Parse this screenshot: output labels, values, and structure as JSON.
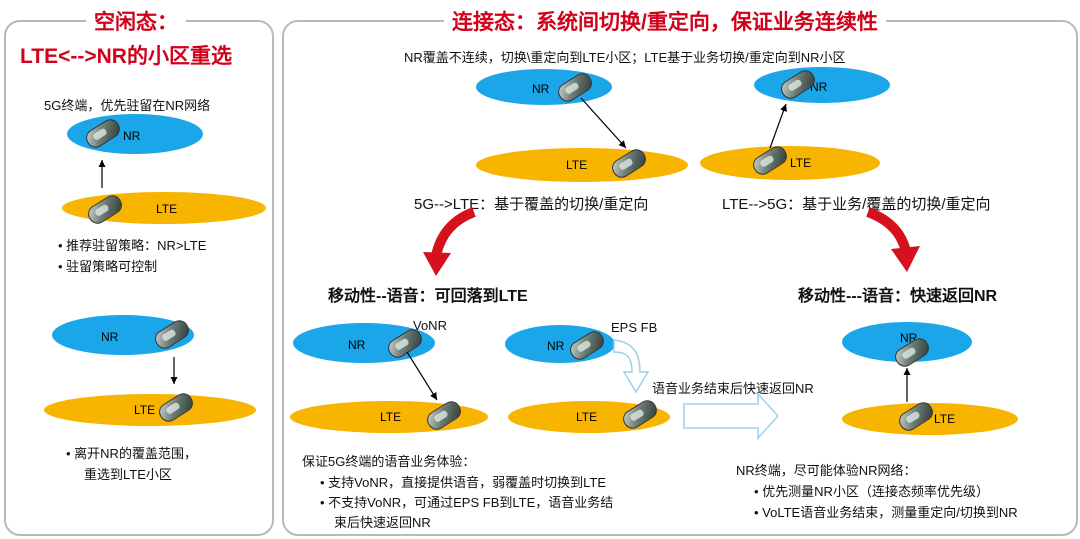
{
  "idle": {
    "title_line1": "空闲态：",
    "title_line2": "LTE<-->NR的小区重选",
    "prefer_text": "5G终端，优先驻留在NR网络",
    "nr_label": "NR",
    "lte_label": "LTE",
    "bullets": [
      "• 推荐驻留策略：NR>LTE",
      "• 驻留策略可控制"
    ],
    "nr_label2": "NR",
    "lte_label2": "LTE",
    "bottom_bullet_line1": "•   离开NR的覆盖范围，",
    "bottom_bullet_line2": "重选到LTE小区"
  },
  "connected": {
    "title": "连接态：系统间切换/重定向，保证业务连续性",
    "subtitle": "NR覆盖不连续，切换\\重定向到LTE小区；LTE基于业务切换/重定向到NR小区",
    "nr_label_a": "NR",
    "lte_label_a": "LTE",
    "nr_label_b": "NR",
    "lte_label_b": "LTE",
    "caption_left": "5G-->LTE：基于覆盖的切换/重定向",
    "caption_right": "LTE-->5G：基于业务/覆盖的切换/重定向",
    "mobility_left": "移动性--语音：可回落到LTE",
    "mobility_right": "移动性---语音：快速返回NR",
    "vonr_label": "VoNR",
    "nr_label_c": "NR",
    "lte_label_c": "LTE",
    "epsfb_label": "EPS FB",
    "nr_label_d": "NR",
    "lte_label_d": "LTE",
    "fast_return_text": "语音业务结束后快速返回NR",
    "nr_label_e": "NR",
    "lte_label_e": "LTE",
    "left_notes_title": "保证5G终端的语音业务体验：",
    "left_notes": [
      "•   支持VoNR，直接提供语音，弱覆盖时切换到LTE",
      "•   不支持VoNR，可通过EPS FB到LTE，语音业务结",
      "束后快速返回NR"
    ],
    "right_notes_title": "NR终端，尽可能体验NR网络：",
    "right_notes": [
      "•   优先测量NR小区（连接态频率优先级）",
      "•   VoLTE语音业务结束，测量重定向/切换到NR"
    ]
  },
  "colors": {
    "nr": "#1aa6e8",
    "lte": "#f7b500",
    "title_red": "#d0021b",
    "arrow_red": "#d6111e"
  }
}
